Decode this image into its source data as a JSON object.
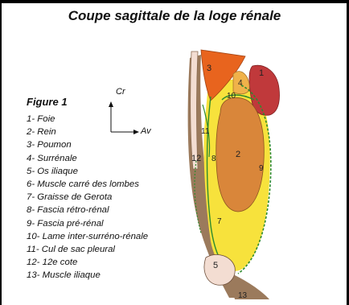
{
  "title": "Coupe sagittale de la loge rénale",
  "figure_label": "Figure 1",
  "axes": {
    "cranial": "Cr",
    "anterior": "Av"
  },
  "legend": [
    "1- Foie",
    "2- Rein",
    "3- Poumon",
    "4- Surrénale",
    "5- Os iliaque",
    "6- Muscle carré des lombes",
    "7- Graisse de Gerota",
    "8- Fascia rétro-rénal",
    "9- Fascia pré-rénal",
    "10- Lame inter-surréno-rénale",
    "11- Cul de  sac pleural",
    "12- 12e cote",
    "13- Muscle iliaque"
  ],
  "diagram_numbers": [
    "1",
    "2",
    "3",
    "4",
    "5",
    "7",
    "8",
    "9",
    "10",
    "11",
    "12",
    "13"
  ],
  "colors": {
    "liver": "#c0393b",
    "kidney": "#d9863a",
    "lung": "#e8641e",
    "adrenal": "#f0b24a",
    "fat": "#f7e23c",
    "fascia": "#2e8b2e",
    "bone": "#f3ddd2",
    "muscle": "#9b7a5c"
  }
}
